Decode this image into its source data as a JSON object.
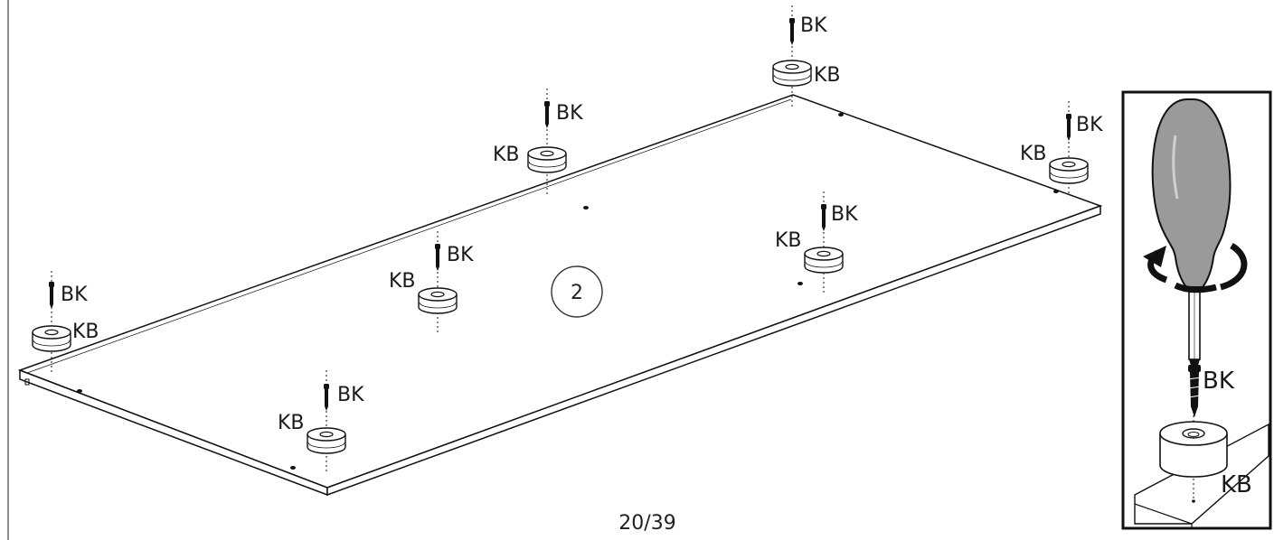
{
  "diagram": {
    "step_number": "2",
    "page_number": "20/39",
    "screw_code": "BK",
    "cap_code": "KB",
    "hardware": [
      {
        "name": "bk-top-center",
        "screw_label": "BK",
        "cap_label": "KB"
      },
      {
        "name": "bk-upper-mid",
        "screw_label": "BK",
        "cap_label": "KB"
      },
      {
        "name": "bk-right",
        "screw_label": "BK",
        "cap_label": "KB"
      },
      {
        "name": "bk-center-right",
        "screw_label": "BK",
        "cap_label": "KB"
      },
      {
        "name": "bk-center-left",
        "screw_label": "BK",
        "cap_label": "KB"
      },
      {
        "name": "bk-left",
        "screw_label": "BK",
        "cap_label": "KB"
      },
      {
        "name": "bk-bottom",
        "screw_label": "BK",
        "cap_label": "KB"
      }
    ],
    "inset": {
      "screw_label": "BK",
      "cap_label": "KB",
      "tool": "screwdriver-icon",
      "motion": "rotate-clockwise-icon"
    }
  }
}
